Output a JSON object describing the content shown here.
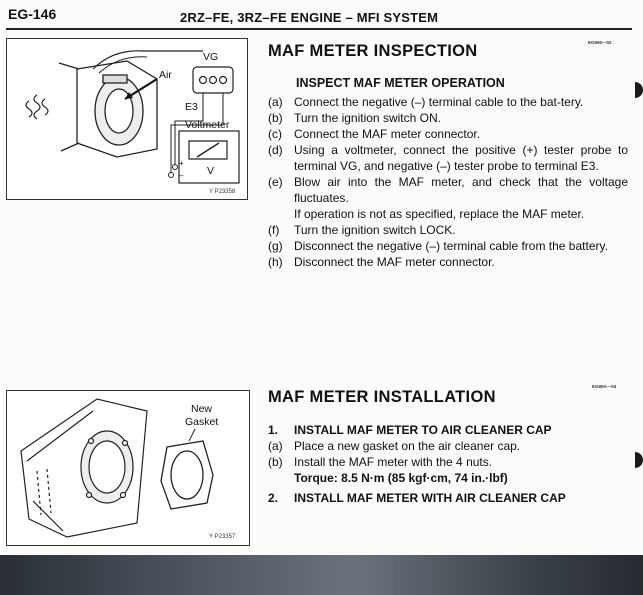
{
  "page": {
    "number": "EG-146",
    "header": "2RZ–FE, 3RZ–FE ENGINE – MFI SYSTEM"
  },
  "inspection": {
    "title": "MAF METER INSPECTION",
    "ref": "EG590—02",
    "figure": {
      "id": "Y P23358",
      "labels": {
        "vg": "VG",
        "air": "Air",
        "e3": "E3",
        "voltmeter": "Voltmeter",
        "v": "V",
        "plus": "+",
        "minus": "–"
      }
    },
    "subheading": "INSPECT MAF METER OPERATION",
    "steps": [
      {
        "label": "(a)",
        "text": "Connect the negative (–) terminal cable to the bat-tery."
      },
      {
        "label": "(b)",
        "text": "Turn the ignition switch ON."
      },
      {
        "label": "(c)",
        "text": "Connect the MAF meter connector."
      },
      {
        "label": "(d)",
        "text": "Using a voltmeter, connect the positive (+) tester probe to terminal VG, and negative (–) tester probe to terminal E3."
      },
      {
        "label": "(e)",
        "text": "Blow air into the MAF meter, and check that the voltage fluctuates.",
        "note": "If operation is not as specified, replace the MAF meter."
      },
      {
        "label": "(f)",
        "text": "Turn the ignition switch LOCK."
      },
      {
        "label": "(g)",
        "text": "Disconnect the negative (–) terminal cable from the battery."
      },
      {
        "label": "(h)",
        "text": "Disconnect the MAF meter connector."
      }
    ]
  },
  "installation": {
    "title": "MAF METER INSTALLATION",
    "ref": "EG89A—04",
    "figure": {
      "id": "Y P23357",
      "labels": {
        "new": "New",
        "gasket": "Gasket"
      }
    },
    "steps": [
      {
        "label": "1.",
        "text": "INSTALL MAF METER TO AIR CLEANER CAP",
        "bold": true
      },
      {
        "label": "(a)",
        "text": "Place a new gasket on the air cleaner cap."
      },
      {
        "label": "(b)",
        "text": "Install the MAF meter with the 4 nuts.",
        "note": "Torque: 8.5 N·m (85 kgf·cm, 74 in.·lbf)",
        "note_bold": true
      },
      {
        "label": "2.",
        "text": "INSTALL MAF METER WITH AIR CLEANER CAP",
        "bold": true
      }
    ]
  }
}
